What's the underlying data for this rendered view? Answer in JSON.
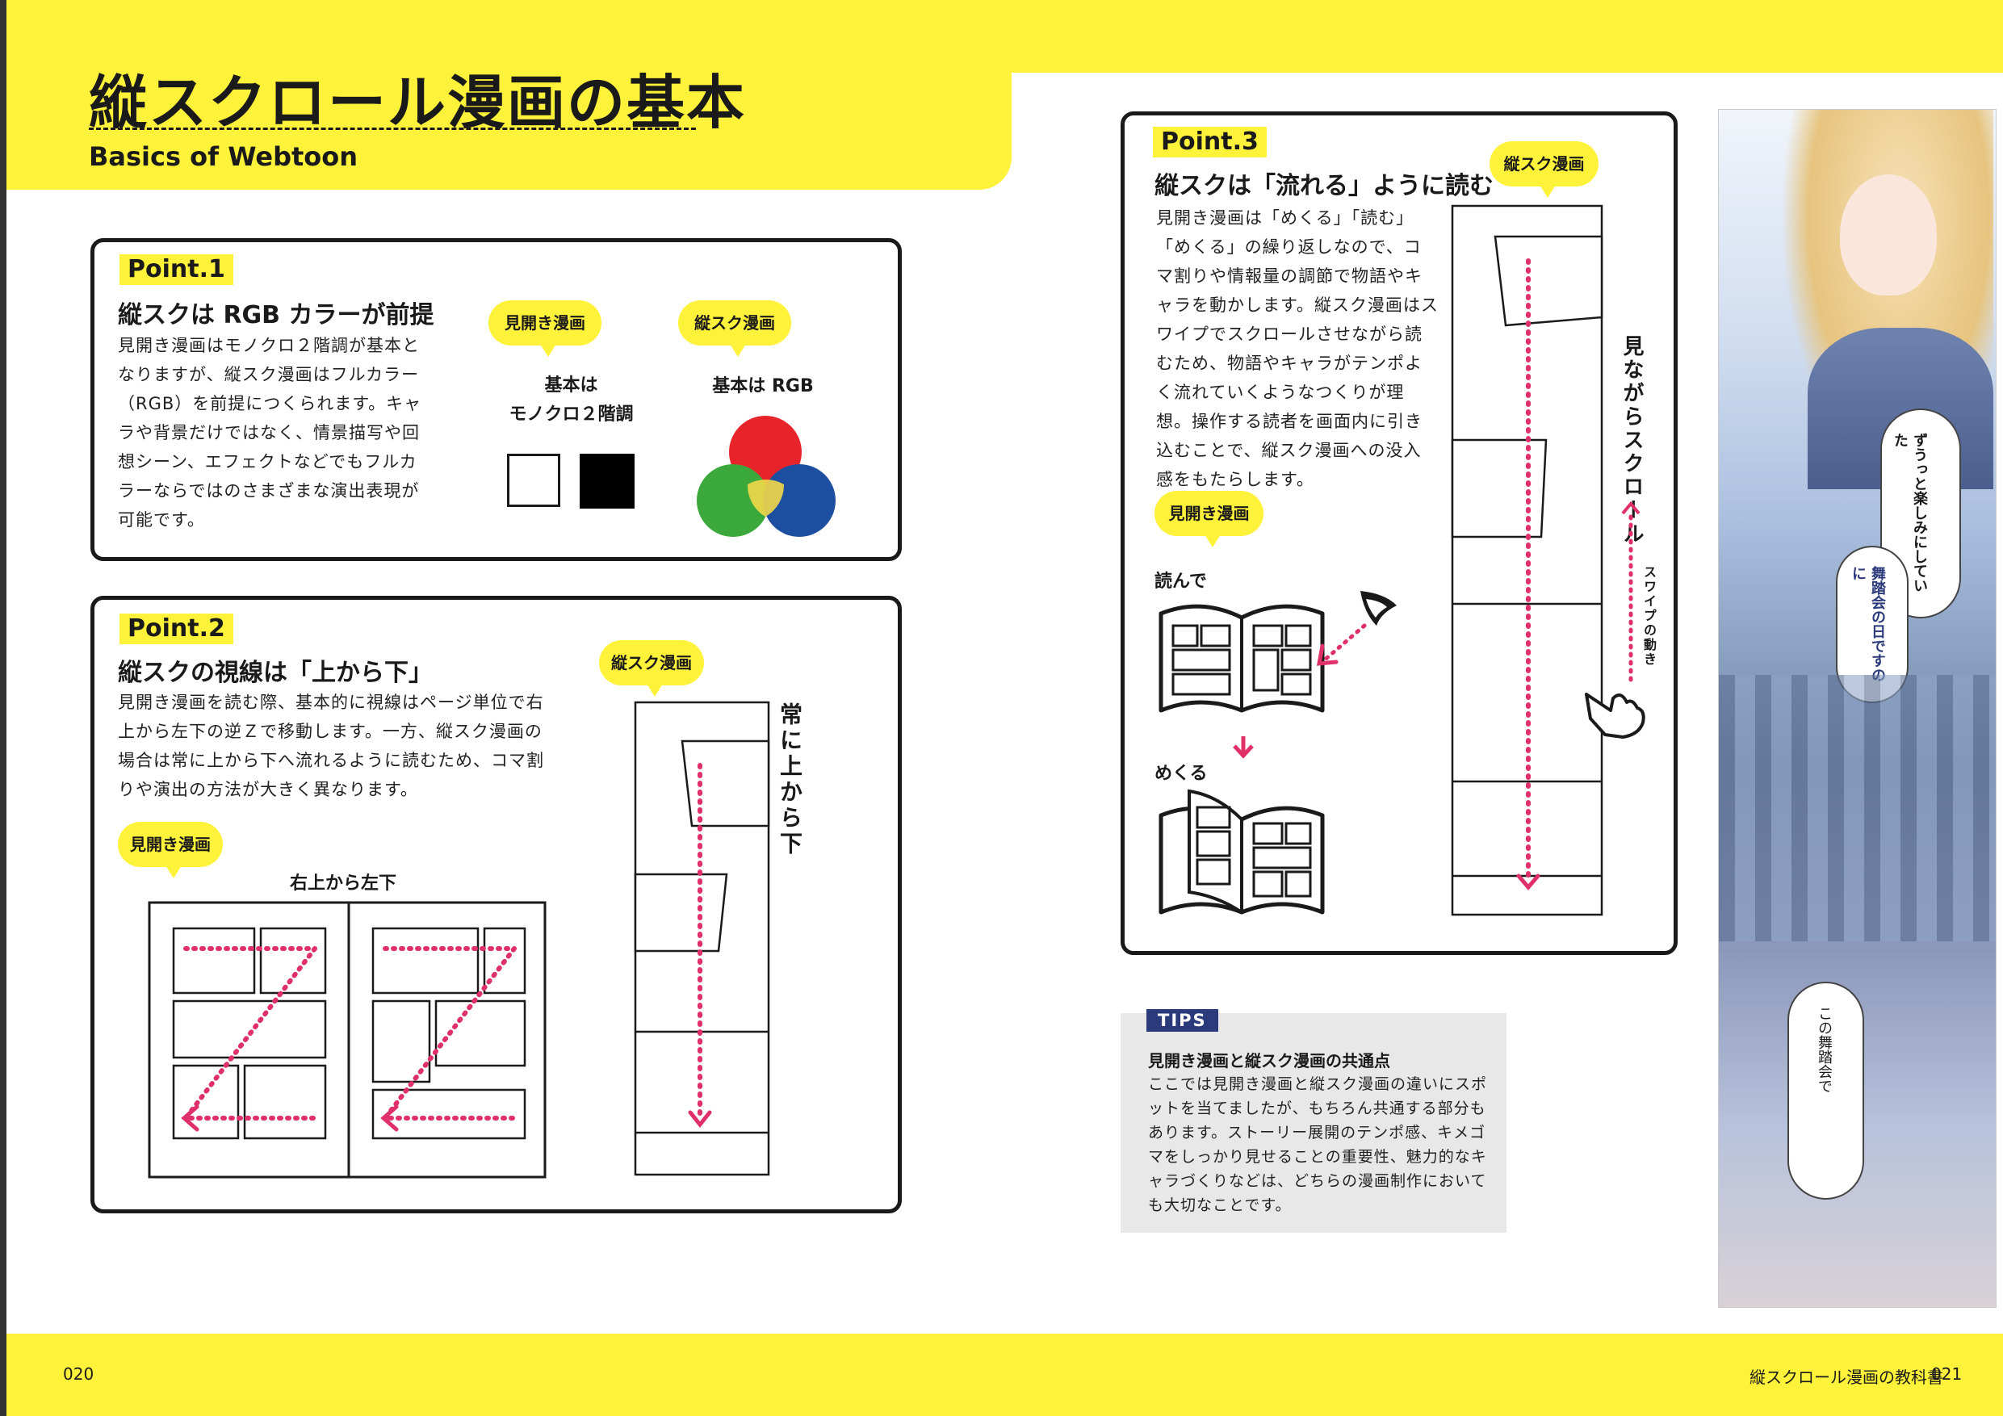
{
  "header": {
    "title": "縦スクロール漫画の基本",
    "subtitle": "Basics of Webtoon"
  },
  "point1": {
    "badge": "Point.1",
    "heading": "縦スクは RGB カラーが前提",
    "body": "見開き漫画はモノクロ２階調が基本となりますが、縦スク漫画はフルカラー（RGB）を前提につくられます。キャラや背景だけではなく、情景描写や回想シーン、エフェクトなどでもフルカラーならではのさまざまな演出表現が可能です。",
    "bubble_left": "見開き漫画",
    "bubble_right": "縦スク漫画",
    "label_left": "基本は\nモノクロ２階調",
    "label_right": "基本は RGB"
  },
  "point2": {
    "badge": "Point.2",
    "heading": "縦スクの視線は「上から下」",
    "body": "見開き漫画を読む際、基本的に視線はページ単位で右上から左下の逆Ｚで移動します。一方、縦スク漫画の場合は常に上から下へ流れるように読むため、コマ割りや演出の方法が大きく異なります。",
    "bubble_left": "見開き漫画",
    "label_left": "右上から左下",
    "bubble_right": "縦スク漫画",
    "vertical_label": "常に上から下"
  },
  "point3": {
    "badge": "Point.3",
    "heading": "縦スクは「流れる」ように読む",
    "body": "見開き漫画は「めくる」「読む」「めくる」の繰り返しなので、コマ割りや情報量の調節で物語やキャラを動かします。縦スク漫画はスワイプでスクロールさせながら読むため、物語やキャラがテンポよく流れていくようなつくりが理想。操作する読者を画面内に引き込むことで、縦スク漫画への没入感をもたらします。",
    "bubble_top": "縦スク漫画",
    "bubble_bottom": "見開き漫画",
    "read_label": "読んで",
    "turn_label": "めくる",
    "scroll_label": "見ながらスクロール",
    "swipe_label": "スワイプの動き"
  },
  "tips": {
    "badge": "TIPS",
    "heading": "見開き漫画と縦スク漫画の共通点",
    "body": "ここでは見開き漫画と縦スク漫画の違いにスポットを当てましたが、もちろん共通する部分もあります。ストーリー展開のテンポ感、キメゴマをしっかり見せることの重要性、魅力的なキャラづくりなどは、どちらの漫画制作においても大切なことです。"
  },
  "illustration": {
    "speech1": "ずうっと楽しみにしていた",
    "speech2": "舞踏会の日ですのに",
    "speech3": "この舞踏会で"
  },
  "footer": {
    "left_page": "020",
    "book_title": "縦スクロール漫画の教科書",
    "right_page": "021"
  },
  "colors": {
    "accent_yellow": "#fff23a",
    "arrow_pink": "#e0306a",
    "rgb_red": "#e8242b",
    "rgb_green": "#3aa83a",
    "rgb_blue": "#1e4ea0"
  }
}
